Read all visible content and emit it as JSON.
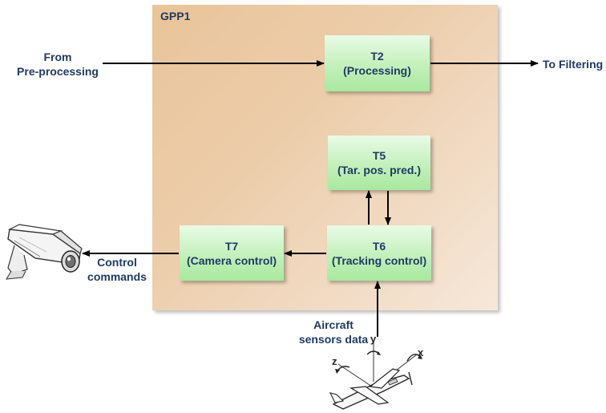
{
  "gpp": {
    "label": "GPP1"
  },
  "tasks": {
    "t2": {
      "name": "T2",
      "desc": "(Processing)"
    },
    "t5": {
      "name": "T5",
      "desc": "(Tar. pos. pred.)"
    },
    "t6": {
      "name": "T6",
      "desc": "(Tracking control)"
    },
    "t7": {
      "name": "T7",
      "desc": "(Camera control)"
    }
  },
  "inputs": {
    "from_line1": "From",
    "from_line2": "Pre-processing",
    "aircraft_line1": "Aircraft",
    "aircraft_line2": "sensors data"
  },
  "outputs": {
    "to_filtering": "To Filtering",
    "control_line1": "Control",
    "control_line2": "commands"
  },
  "axes": {
    "x": "x",
    "y": "y",
    "z": "z"
  },
  "icons": {
    "camera": "security-camera-icon",
    "aircraft": "aircraft-axes-icon"
  }
}
